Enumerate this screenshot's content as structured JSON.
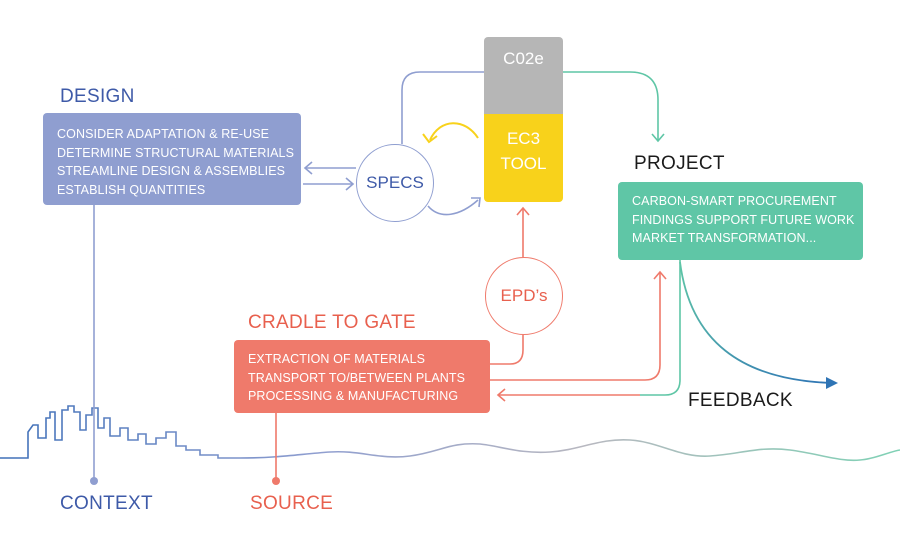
{
  "design": {
    "title": "DESIGN",
    "items": [
      "CONSIDER ADAPTATION & RE-USE",
      "DETERMINE STRUCTURAL MATERIALS",
      "STREAMLINE DESIGN & ASSEMBLIES",
      "ESTABLISH QUANTITIES"
    ]
  },
  "specs": {
    "label": "SPECS"
  },
  "co2e": {
    "label": "C02e"
  },
  "tool": {
    "line1": "EC3",
    "line2": "TOOL"
  },
  "project": {
    "title": "PROJECT",
    "items": [
      "CARBON-SMART PROCUREMENT",
      "FINDINGS SUPPORT FUTURE WORK",
      "MARKET TRANSFORMATION..."
    ]
  },
  "epds": {
    "label": "EPD’s"
  },
  "cradle": {
    "title": "CRADLE TO GATE",
    "items": [
      "EXTRACTION OF MATERIALS",
      "TRANSPORT TO/BETWEEN PLANTS",
      "PROCESSING & MANUFACTURING"
    ]
  },
  "feedback": {
    "label": "FEEDBACK"
  },
  "context": {
    "label": "CONTEXT"
  },
  "source": {
    "label": "SOURCE"
  },
  "colors": {
    "design": "#8f9ed0",
    "design_text": "#3e5aa8",
    "tool": "#f8d21b",
    "co2e": "#b6b6b6",
    "project": "#5fc6a6",
    "cradle": "#ef7a6b",
    "cradle_text": "#e8604e",
    "feedback_arrow": "#2f74b5"
  }
}
